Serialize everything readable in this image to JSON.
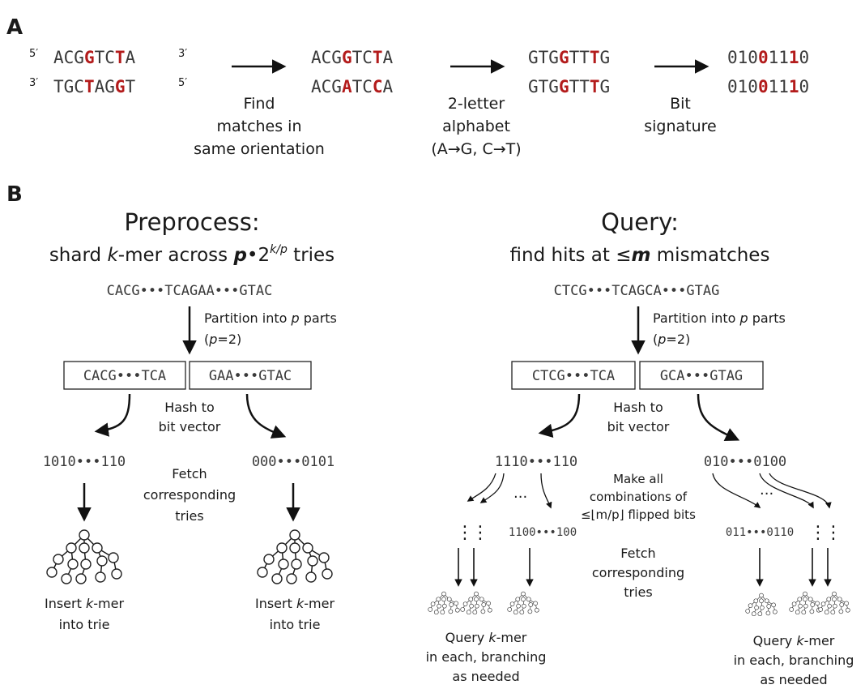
{
  "panel_a": {
    "label": "A",
    "strands": {
      "p5": "5′",
      "p3": "3′",
      "top": [
        {
          "t": "ACG"
        },
        {
          "t": "G",
          "hl": true
        },
        {
          "t": "TC"
        },
        {
          "t": "T",
          "hl": true
        },
        {
          "t": "A"
        }
      ],
      "bottom": [
        {
          "t": "TGC"
        },
        {
          "t": "T",
          "hl": true
        },
        {
          "t": "AG"
        },
        {
          "t": "G",
          "hl": true
        },
        {
          "t": "T"
        }
      ]
    },
    "matched": {
      "top": [
        {
          "t": "ACG"
        },
        {
          "t": "G",
          "hl": true
        },
        {
          "t": "TC"
        },
        {
          "t": "T",
          "hl": true
        },
        {
          "t": "A"
        }
      ],
      "bottom": [
        {
          "t": "ACG"
        },
        {
          "t": "A",
          "hl": true
        },
        {
          "t": "TC"
        },
        {
          "t": "C",
          "hl": true
        },
        {
          "t": "A"
        }
      ]
    },
    "two_letter": {
      "top": [
        {
          "t": "GTG"
        },
        {
          "t": "G",
          "hl": true
        },
        {
          "t": "TT"
        },
        {
          "t": "T",
          "hl": true
        },
        {
          "t": "G"
        }
      ],
      "bottom": [
        {
          "t": "GTG"
        },
        {
          "t": "G",
          "hl": true
        },
        {
          "t": "TT"
        },
        {
          "t": "T",
          "hl": true
        },
        {
          "t": "G"
        }
      ]
    },
    "bits": {
      "top": [
        {
          "t": "010"
        },
        {
          "t": "0",
          "hl": true
        },
        {
          "t": "11"
        },
        {
          "t": "1",
          "hl": true
        },
        {
          "t": "0"
        }
      ],
      "bottom": [
        {
          "t": "010"
        },
        {
          "t": "0",
          "hl": true
        },
        {
          "t": "11"
        },
        {
          "t": "1",
          "hl": true
        },
        {
          "t": "0"
        }
      ]
    },
    "step1": [
      "Find",
      "matches in",
      "same orientation"
    ],
    "step2": [
      "2-letter",
      "alphabet",
      "(A→G, C→T)"
    ],
    "step3": [
      "Bit",
      "signature"
    ]
  },
  "panel_b": {
    "label": "B",
    "preprocess": {
      "title": "Preprocess:",
      "subtitle_pre": "shard ",
      "subtitle_k": "k",
      "subtitle_mid": "-mer across ",
      "subtitle_p": "p",
      "subtitle_dot": "•",
      "subtitle_two": "2",
      "subtitle_exp": "k/p",
      "subtitle_post": " tries",
      "kmer": "CACG•••TCAGAA•••GTAC",
      "partition_text": "Partition into ",
      "partition_p": "p",
      "partition_parts": " parts",
      "partition_note_open": "(",
      "partition_note_p": "p",
      "partition_note_rest": "=2)",
      "part_left": "CACG•••TCA",
      "part_right": "GAA•••GTAC",
      "hash": [
        "Hash to",
        "bit vector"
      ],
      "bits_left": "1010•••110",
      "bits_right": "000•••0101",
      "fetch": [
        "Fetch",
        "corresponding",
        "tries"
      ],
      "insert_pre": "Insert ",
      "insert_k": "k",
      "insert_post": "-mer",
      "insert_line2": "into trie"
    },
    "query": {
      "title": "Query:",
      "subtitle_pre": "find hits at ≤",
      "subtitle_m": "m",
      "subtitle_post": " mismatches",
      "kmer": "CTCG•••TCAGCA•••GTAG",
      "partition_text": "Partition into ",
      "partition_p": "p",
      "partition_parts": " parts",
      "partition_note_open": "(",
      "partition_note_p": "p",
      "partition_note_rest": "=2)",
      "part_left": "CTCG•••TCA",
      "part_right": "GCA•••GTAG",
      "hash": [
        "Hash to",
        "bit vector"
      ],
      "bits_left": "1110•••110",
      "bits_right": "010•••0100",
      "flip": [
        "Make all",
        "combinations of",
        "≤⌊m/p⌋ flipped bits"
      ],
      "flipped_left": "1100•••100",
      "flipped_right": "011•••0110",
      "ellipsis": "...",
      "vdots": "⋮",
      "fetch": [
        "Fetch",
        "corresponding",
        "tries"
      ],
      "query_pre": "Query ",
      "query_k": "k",
      "query_post": "-mer",
      "query_line2": "in each, branching",
      "query_line3": "as needed"
    }
  }
}
